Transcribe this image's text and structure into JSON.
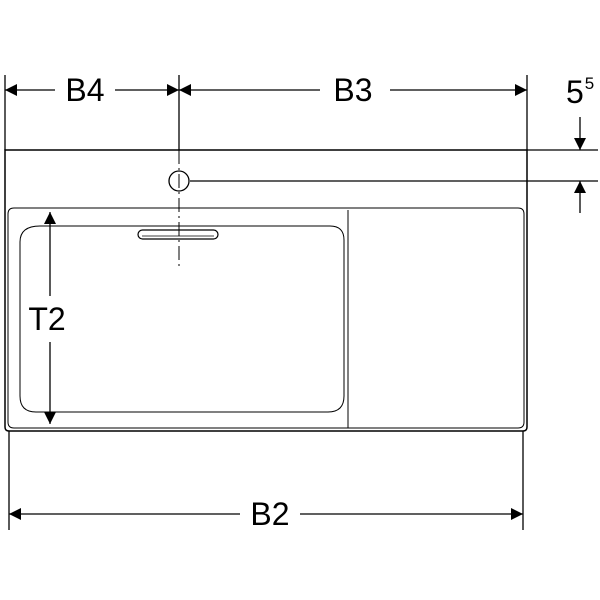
{
  "dimensions": {
    "b4": "B4",
    "b3": "B3",
    "b2": "B2",
    "t2": "T2",
    "offset_main": "5",
    "offset_sup": "5"
  },
  "colors": {
    "line": "#000000",
    "background": "#ffffff"
  }
}
